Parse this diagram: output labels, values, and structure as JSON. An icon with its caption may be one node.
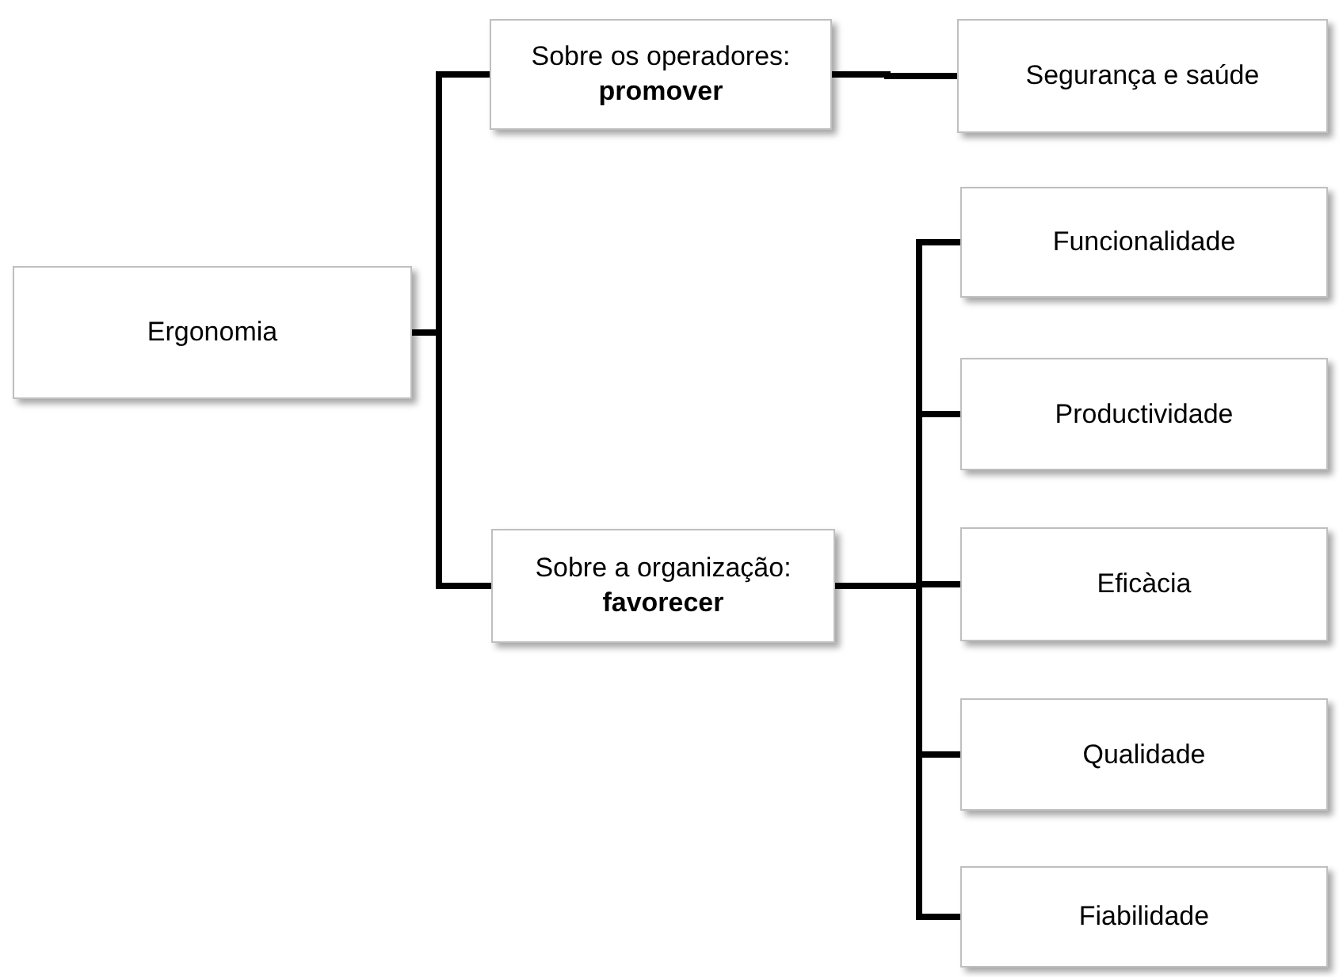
{
  "diagram": {
    "nodes": [
      {
        "text": [
          "Ergonomia"
        ]
      },
      {
        "text": [
          "Sobre os operadores: **promover**"
        ]
      },
      {
        "text": [
          "Segurança e saúde"
        ]
      },
      {
        "text": [
          "Sobre a organização: **favorecer**"
        ]
      },
      {
        "text": [
          "Funcionalidade"
        ]
      },
      {
        "text": [
          "Productividade"
        ]
      },
      {
        "text": [
          "Eficàcia"
        ]
      },
      {
        "text": [
          "Qualidade"
        ]
      },
      {
        "text": [
          "Fiabilidade"
        ]
      }
    ],
    "edges": [
      {
        "from": 0,
        "to": 1,
        "arrow": "none"
      },
      {
        "from": 0,
        "to": 3,
        "arrow": "none"
      },
      {
        "from": 1,
        "to": 2,
        "arrow": "none"
      },
      {
        "from": 3,
        "to": 4,
        "arrow": "none"
      },
      {
        "from": 3,
        "to": 5,
        "arrow": "none"
      },
      {
        "from": 3,
        "to": 6,
        "arrow": "none"
      },
      {
        "from": 3,
        "to": 7,
        "arrow": "none"
      },
      {
        "from": 3,
        "to": 8,
        "arrow": "none"
      }
    ]
  }
}
